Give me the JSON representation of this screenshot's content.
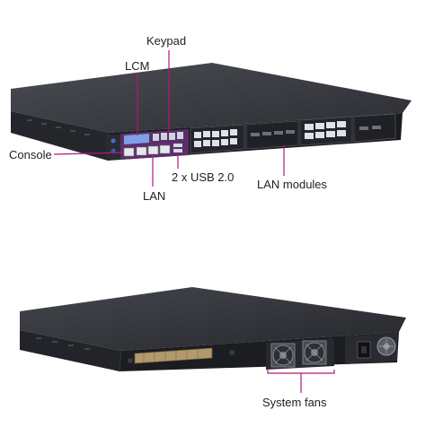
{
  "callouts": {
    "keypad": "Keypad",
    "lcm": "LCM",
    "console": "Console",
    "usb": "2 x USB 2.0",
    "lan": "LAN",
    "lan_modules": "LAN modules",
    "system_fans": "System fans"
  },
  "colors": {
    "leader": "#b5177e",
    "chassis_top": "#3c3e44",
    "chassis_front": "#1e1f23"
  }
}
